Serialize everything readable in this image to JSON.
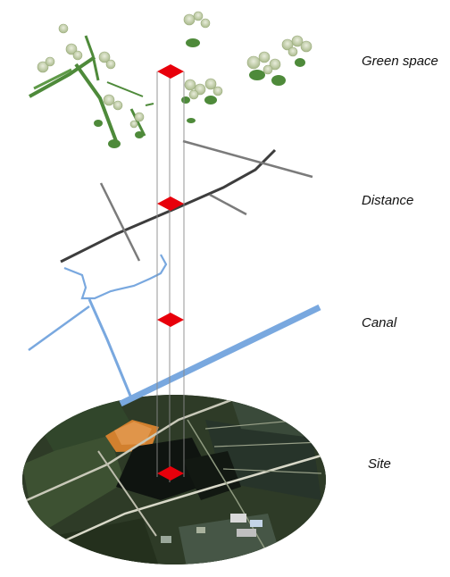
{
  "layers": [
    {
      "id": "green-space",
      "label": "Green space"
    },
    {
      "id": "distance",
      "label": "Distance"
    },
    {
      "id": "canal",
      "label": "Canal"
    },
    {
      "id": "site",
      "label": "Site"
    }
  ],
  "colors": {
    "marker": "#e8000b",
    "vegetation": "#4e8a3a",
    "vegetation_light": "#b9c89a",
    "road_dark": "#3d3d3d",
    "road_gray": "#7b7b7b",
    "canal": "#79a8df",
    "site_dark": "#1f2a1c",
    "site_field": "#3b4a33",
    "site_orange": "#d2802e",
    "connector": "#8a8a8a"
  }
}
